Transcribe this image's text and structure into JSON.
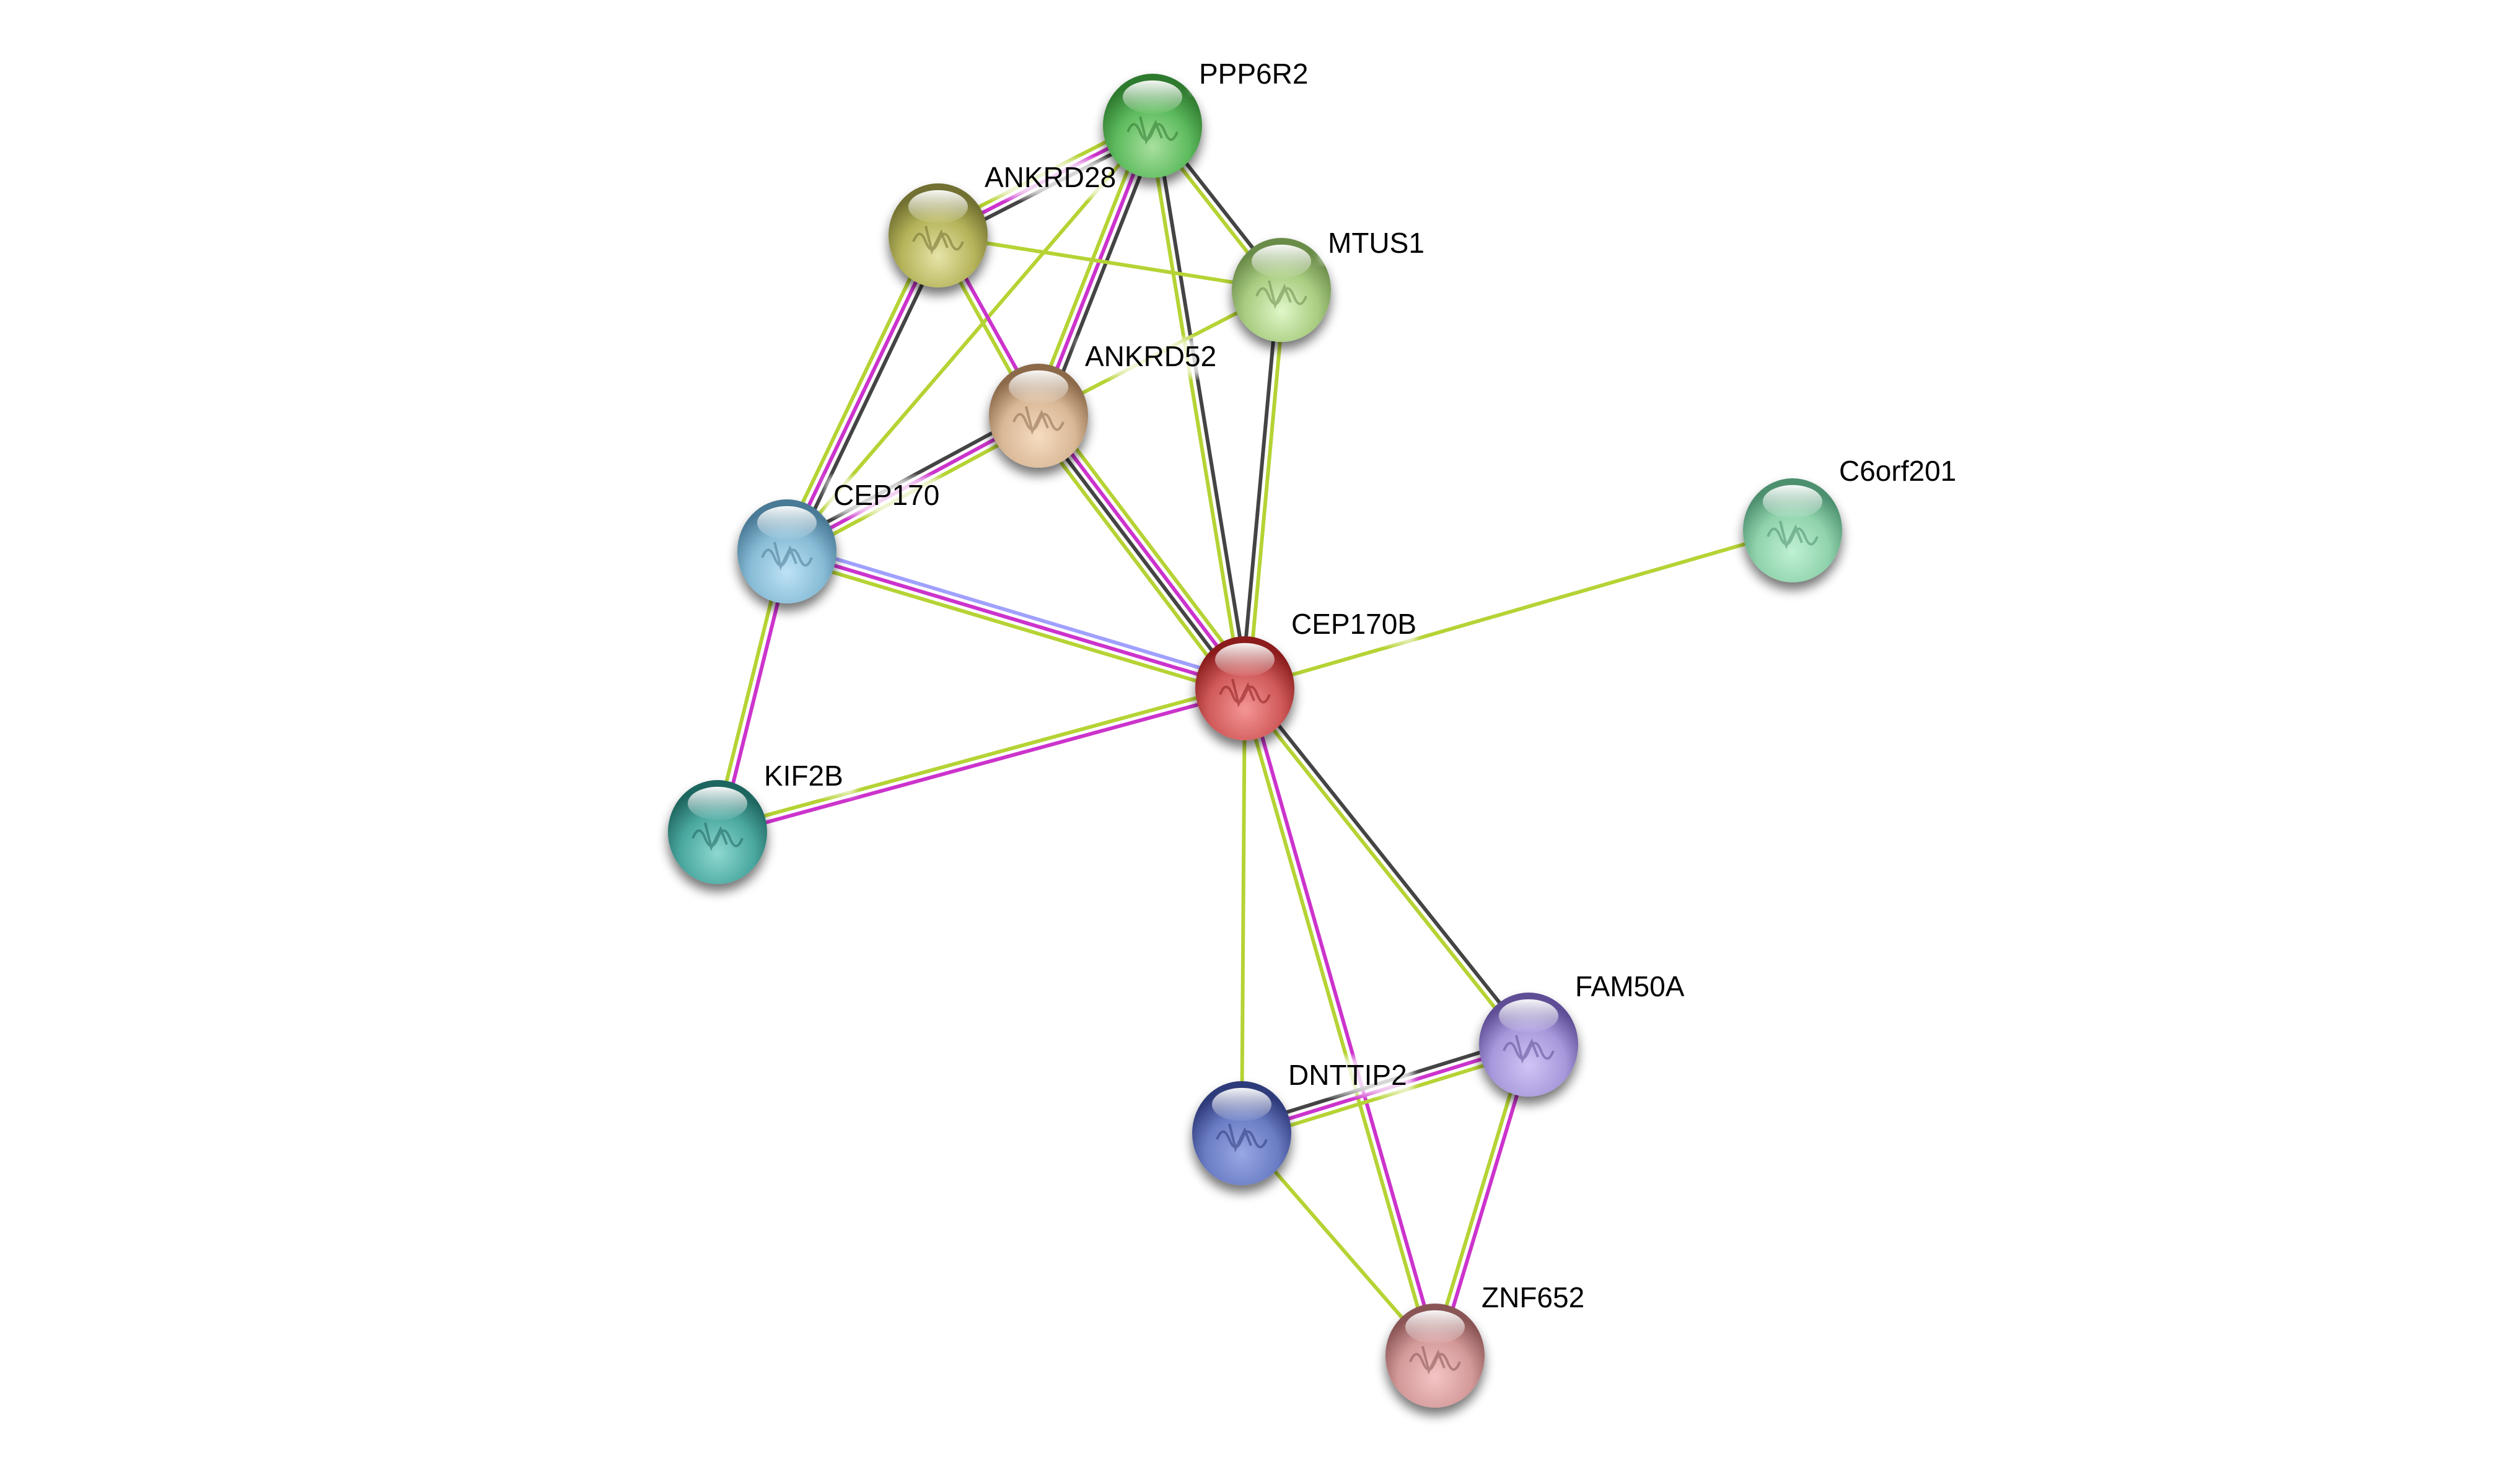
{
  "diagram": {
    "type": "protein-interaction-network",
    "edge_type_colors": {
      "known_curated": "#00ffff",
      "known_experimental": "#cc33cc",
      "textmining": "#b5d334",
      "coexpression": "#444444",
      "homology": "#a0a0ff"
    },
    "nodes": [
      {
        "id": "PPP6R2",
        "label": "PPP6R2",
        "color": "#5dbb5d",
        "dark": "#2f7a2f",
        "light": "#a8e0a0"
      },
      {
        "id": "ANKRD28",
        "label": "ANKRD28",
        "color": "#b5b45a",
        "dark": "#727030",
        "light": "#e6e4a8"
      },
      {
        "id": "MTUS1",
        "label": "MTUS1",
        "color": "#a8cc80",
        "dark": "#6b8c4a",
        "light": "#e0f7c8"
      },
      {
        "id": "ANKRD52",
        "label": "ANKRD52",
        "color": "#d9b896",
        "dark": "#8c6a4a",
        "light": "#f6dcc0"
      },
      {
        "id": "CEP170",
        "label": "CEP170",
        "color": "#88bcd6",
        "dark": "#4a7a96",
        "light": "#bde2f6"
      },
      {
        "id": "C6orf201",
        "label": "C6orf201",
        "color": "#8fd3ac",
        "dark": "#4d9070",
        "light": "#c0f0d4"
      },
      {
        "id": "CEP170B",
        "label": "CEP170B",
        "color": "#d05a5a",
        "dark": "#8c1e1e",
        "light": "#f59595"
      },
      {
        "id": "KIF2B",
        "label": "KIF2B",
        "color": "#4aa8a0",
        "dark": "#1f6660",
        "light": "#8ed8d0"
      },
      {
        "id": "FAM50A",
        "label": "FAM50A",
        "color": "#a898dc",
        "dark": "#5e4e96",
        "light": "#d0c4f4"
      },
      {
        "id": "DNTTIP2",
        "label": "DNTTIP2",
        "color": "#6a7cc4",
        "dark": "#2e3a7a",
        "light": "#98a8e4"
      },
      {
        "id": "ZNF652",
        "label": "ZNF652",
        "color": "#d49a9a",
        "dark": "#8a5454",
        "light": "#f4c4c4"
      }
    ],
    "edges": [
      {
        "source": "PPP6R2",
        "target": "ANKRD28",
        "evidence": [
          "coexpression",
          "known_experimental",
          "textmining"
        ]
      },
      {
        "source": "PPP6R2",
        "target": "MTUS1",
        "evidence": [
          "coexpression",
          "textmining"
        ]
      },
      {
        "source": "PPP6R2",
        "target": "ANKRD52",
        "evidence": [
          "coexpression",
          "known_experimental",
          "textmining"
        ]
      },
      {
        "source": "PPP6R2",
        "target": "CEP170",
        "evidence": [
          "textmining"
        ]
      },
      {
        "source": "PPP6R2",
        "target": "CEP170B",
        "evidence": [
          "coexpression",
          "textmining"
        ]
      },
      {
        "source": "ANKRD28",
        "target": "MTUS1",
        "evidence": [
          "textmining"
        ]
      },
      {
        "source": "ANKRD28",
        "target": "ANKRD52",
        "evidence": [
          "known_experimental",
          "textmining"
        ]
      },
      {
        "source": "ANKRD28",
        "target": "CEP170",
        "evidence": [
          "coexpression",
          "known_experimental",
          "textmining"
        ]
      },
      {
        "source": "MTUS1",
        "target": "ANKRD52",
        "evidence": [
          "textmining"
        ]
      },
      {
        "source": "MTUS1",
        "target": "CEP170B",
        "evidence": [
          "textmining",
          "coexpression"
        ]
      },
      {
        "source": "ANKRD52",
        "target": "CEP170",
        "evidence": [
          "textmining",
          "known_experimental",
          "coexpression"
        ]
      },
      {
        "source": "ANKRD52",
        "target": "CEP170B",
        "evidence": [
          "textmining",
          "known_experimental",
          "coexpression",
          "textmining"
        ]
      },
      {
        "source": "CEP170",
        "target": "CEP170B",
        "evidence": [
          "homology",
          "known_experimental",
          "textmining"
        ]
      },
      {
        "source": "CEP170",
        "target": "KIF2B",
        "evidence": [
          "known_experimental",
          "textmining"
        ]
      },
      {
        "source": "C6orf201",
        "target": "CEP170B",
        "evidence": [
          "textmining"
        ]
      },
      {
        "source": "CEP170B",
        "target": "KIF2B",
        "evidence": [
          "known_experimental",
          "textmining"
        ]
      },
      {
        "source": "CEP170B",
        "target": "FAM50A",
        "evidence": [
          "coexpression",
          "textmining"
        ]
      },
      {
        "source": "CEP170B",
        "target": "DNTTIP2",
        "evidence": [
          "textmining"
        ]
      },
      {
        "source": "CEP170B",
        "target": "ZNF652",
        "evidence": [
          "known_experimental",
          "textmining"
        ]
      },
      {
        "source": "FAM50A",
        "target": "DNTTIP2",
        "evidence": [
          "textmining",
          "known_experimental",
          "coexpression"
        ]
      },
      {
        "source": "FAM50A",
        "target": "ZNF652",
        "evidence": [
          "known_experimental",
          "textmining"
        ]
      },
      {
        "source": "DNTTIP2",
        "target": "ZNF652",
        "evidence": [
          "textmining"
        ]
      }
    ]
  }
}
